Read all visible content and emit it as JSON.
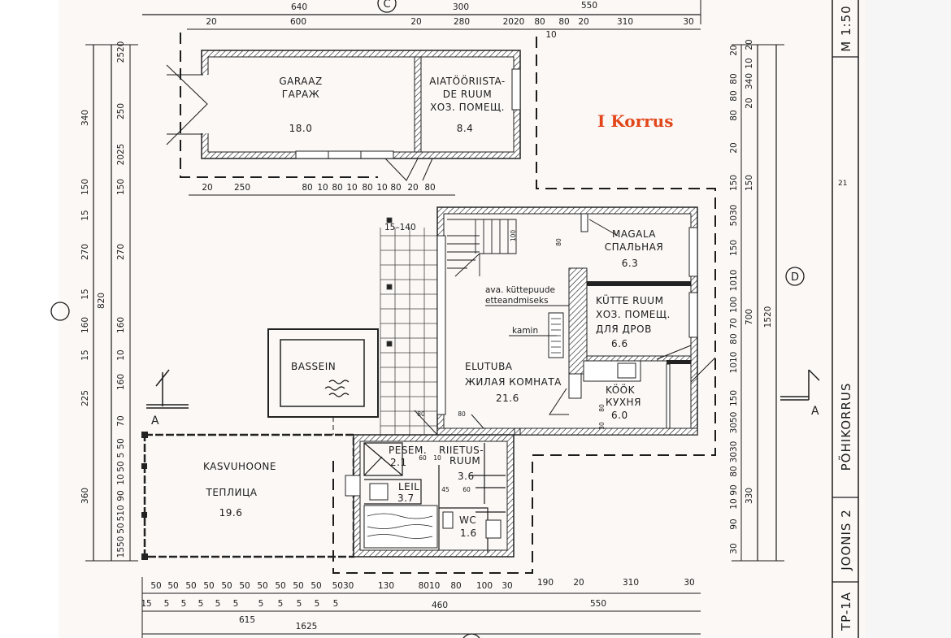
{
  "floor_label": "I Korrus",
  "title_block": {
    "scale": "M 1:50",
    "sheet_number": "21",
    "sheet_title": "PÕHIKORRUS",
    "drawing": "JOONIS 2",
    "project_code": "TP-1A"
  },
  "axis_labels": {
    "c": "C",
    "d": "D"
  },
  "section_marks": {
    "left": "A",
    "right": "A"
  },
  "rooms": [
    {
      "id": "garage",
      "lines": [
        "GARAAZ",
        "ГАРАЖ"
      ],
      "area": "18.0"
    },
    {
      "id": "tool-room",
      "lines": [
        "AIATÖÖRIISTA-",
        "DE RUUM",
        "ХОЗ. ПОМЕЩ."
      ],
      "area": "8.4"
    },
    {
      "id": "bedroom",
      "lines": [
        "MAGALA",
        "СПАЛЬНАЯ"
      ],
      "area": "6.3"
    },
    {
      "id": "boiler-room",
      "lines": [
        "KÜTTE RUUM",
        "ХОЗ. ПОМЕЩ.",
        "ДЛЯ ДРОВ"
      ],
      "area": "6.6"
    },
    {
      "id": "living-room",
      "lines": [
        "ELUTUBA",
        "ЖИЛАЯ КОМНАТА"
      ],
      "area": "21.6"
    },
    {
      "id": "kitchen",
      "lines": [
        "KÖÖK",
        "КУХНЯ"
      ],
      "area": "6.0"
    },
    {
      "id": "pool",
      "lines": [
        "BASSEIN"
      ]
    },
    {
      "id": "greenhouse",
      "lines": [
        "KASVUHOONE",
        "ТЕПЛИЦА"
      ],
      "area": "19.6"
    },
    {
      "id": "washroom",
      "lines": [
        "PESEM."
      ],
      "area": "2.1"
    },
    {
      "id": "dressing-room",
      "lines": [
        "RIIETUS-",
        "RUUM"
      ],
      "area": "3.6"
    },
    {
      "id": "sauna",
      "lines": [
        "LEIL"
      ],
      "area": "3.7"
    },
    {
      "id": "wc",
      "lines": [
        "WC"
      ],
      "area": "1.6"
    }
  ],
  "annotations": {
    "firewood_opening": [
      "ava. küttepuude",
      "etteandmiseks"
    ],
    "fireplace": "kamin",
    "stair_dim": "15–140"
  },
  "dimensions": {
    "top_overall": [
      "640",
      "300",
      "550"
    ],
    "top_detail": [
      "20",
      "600",
      "20",
      "280",
      "2020",
      "80",
      "80",
      "20",
      "310",
      "30",
      "10"
    ],
    "garage_bottom": [
      "20",
      "250",
      "80",
      "10",
      "80",
      "10",
      "80",
      "10",
      "80",
      "20",
      "80"
    ],
    "bottom_detail": [
      "50",
      "50",
      "50",
      "50",
      "50",
      "50",
      "50",
      "50",
      "50",
      "50",
      "5030",
      "130",
      "8010",
      "80",
      "100",
      "30",
      "190",
      "20",
      "310",
      "30"
    ],
    "bottom_sub": [
      "15",
      "5",
      "5",
      "5",
      "5",
      "5",
      "615",
      "5",
      "5",
      "5",
      "5",
      "5",
      "460",
      "550"
    ],
    "bottom_total": [
      "1625"
    ],
    "left_outer": [
      "340",
      "150",
      "15",
      "270",
      "15",
      "160",
      "15",
      "225",
      "360"
    ],
    "left_mid": [
      "820"
    ],
    "left_inner": [
      "2520",
      "250",
      "2025",
      "150",
      "270",
      "160",
      "10",
      "160",
      "70",
      "50",
      "50",
      "5",
      "10",
      "90",
      "10",
      "50",
      "5",
      "1550"
    ],
    "right_inner": [
      "20",
      "80",
      "80",
      "80",
      "20",
      "150",
      "5030",
      "150",
      "1010",
      "100",
      "70",
      "80",
      "1010",
      "150",
      "3050",
      "3030",
      "80",
      "90",
      "10",
      "90",
      "30"
    ],
    "right_mid": [
      "20",
      "10",
      "340",
      "20",
      "150",
      "700",
      "330"
    ],
    "right_outer": [
      "1520"
    ],
    "interior": [
      "100",
      "80",
      "80",
      "80",
      "80",
      "30",
      "60",
      "10",
      "45",
      "60"
    ]
  }
}
